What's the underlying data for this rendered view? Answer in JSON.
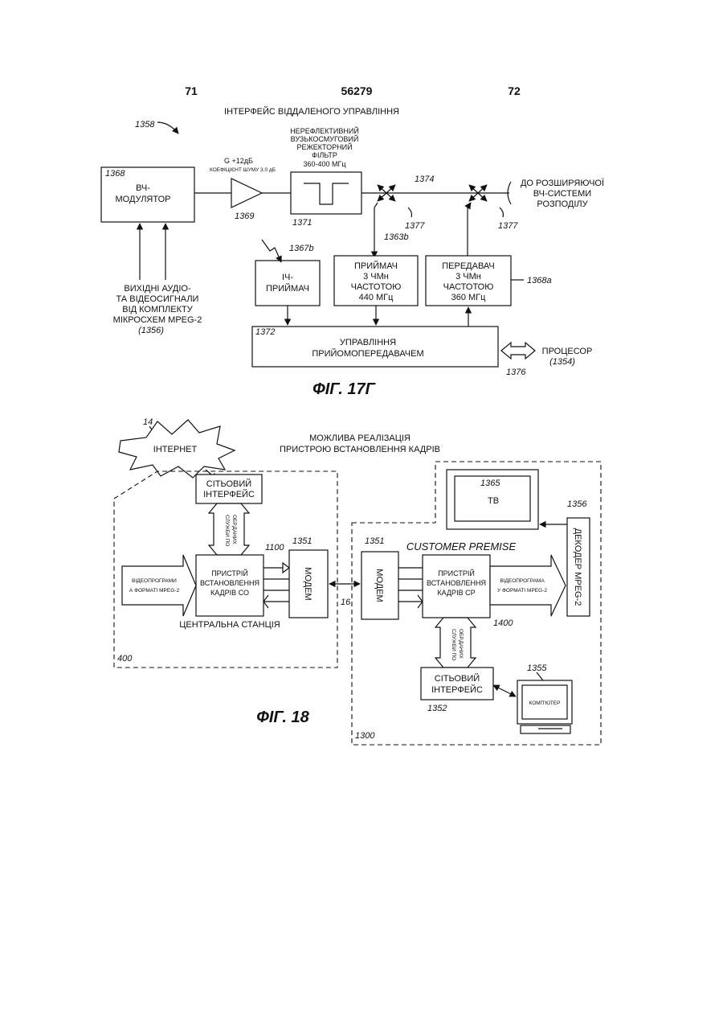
{
  "header": {
    "left_page": "71",
    "patent_number": "56279",
    "right_page": "72"
  },
  "fig17": {
    "title": "ІНТЕРФЕЙС ВІДДАЛЕНОГО УПРАВЛІННЯ",
    "ref_1358": "1358",
    "modulator": {
      "ref": "1368",
      "line1": "ВЧ-",
      "line2": "МОДУЛЯТОР"
    },
    "amp_gain": "G +12дБ",
    "amp_noise": "КОЕФІЦІЄНТ ШУМУ 3.0 дБ",
    "ref_1369": "1369",
    "filter": {
      "line1": "НЕРЕФЛЕКТИВНИЙ",
      "line2": "ВУЗЬКОСМУГОВИЙ",
      "line3": "РЕЖЕКТОРНИЙ",
      "line4": "ФІЛЬТР",
      "line5": "360-400 МГц",
      "ref": "1371"
    },
    "ref_1374": "1374",
    "dest": {
      "line1": "ДО РОЗШИРЯЮЧОЇ",
      "line2": "ВЧ-СИСТЕМИ",
      "line3": "РОЗПОДІЛУ"
    },
    "ref_1377a": "1377",
    "ref_1377b": "1377",
    "ref_1363b": "1363b",
    "ref_1367b": "1367b",
    "ir": {
      "line1": "ІЧ-",
      "line2": "ПРИЙМАЧ"
    },
    "receiver": {
      "line1": "ПРИЙМАЧ",
      "line2": "3 ЧМн",
      "line3": "ЧАСТОТОЮ",
      "line4": "440 МГц"
    },
    "transmitter": {
      "line1": "ПЕРЕДАВАЧ",
      "line2": "3 ЧМн",
      "line3": "ЧАСТОТОЮ",
      "line4": "360 МГц",
      "ref": "1368a"
    },
    "source": {
      "line1": "ВИХІДНІ АУДІО-",
      "line2": "ТА ВІДЕОСИГНАЛИ",
      "line3": "ВІД КОМПЛЕКТУ",
      "line4": "МІКРОСХЕМ MPEG-2",
      "ref": "(1356)"
    },
    "control": {
      "ref": "1372",
      "line1": "УПРАВЛІННЯ",
      "line2": "ПРИЙОМОПЕРЕДАВАЧЕМ"
    },
    "processor": {
      "line1": "ПРОЦЕСОР",
      "line2": "(1354)"
    },
    "ref_1376": "1376",
    "caption": "ФІГ. 17Г"
  },
  "fig18": {
    "title_line1": "МОЖЛИВА РЕАЛІЗАЦІЯ",
    "title_line2": "ПРИСТРОЮ ВСТАНОВЛЕННЯ КАДРІВ",
    "ref_14": "14",
    "internet": "ІНТЕРНЕТ",
    "co": {
      "net_line1": "СІТЬОВИЙ",
      "net_line2": "ІНТЕРФЕЙС",
      "services_line1": "СЛУЖБИ ПО",
      "services_line2": "ОБР.ДАНИХ",
      "device_line1": "ПРИСТРІЙ",
      "device_line2": "ВСТАНОВЛЕННЯ",
      "device_line3": "КАДРІВ СО",
      "ref_1100": "1100",
      "modem": "МОДЕМ",
      "ref_1351": "1351",
      "video_line1": "ВІДЕОПРОГРАМИ",
      "video_line2": "А ФОРМАТІ MPEG-2",
      "station": "ЦЕНТРАЛЬНА СТАНЦІЯ",
      "ref_400": "400"
    },
    "ref_16": "16",
    "cp": {
      "title": "CUSTOMER PREMISE",
      "modem": "МОДЕМ",
      "ref_1351": "1351",
      "device_line1": "ПРИСТРІЙ",
      "device_line2": "ВСТАНОВЛЕННЯ",
      "device_line3": "КАДРІВ СР",
      "video_line1": "ВІДЕОПРОГРАМА",
      "video_line2": "У ФОРМАТІ MPEG-2",
      "decoder": "ДЕКОДЕР MPEG-2",
      "ref_1356": "1356",
      "tv": "ТВ",
      "ref_1365": "1365",
      "ref_1400": "1400",
      "services_line1": "СЛУЖБИ ПО",
      "services_line2": "ОБР.ДАНИХ",
      "net_line1": "СІТЬОВИЙ",
      "net_line2": "ІНТЕРФЕЙС",
      "ref_1352": "1352",
      "computer": "КОМП'ЮТЕР",
      "ref_1355": "1355",
      "ref_1300": "1300"
    },
    "caption": "ФІГ. 18"
  }
}
